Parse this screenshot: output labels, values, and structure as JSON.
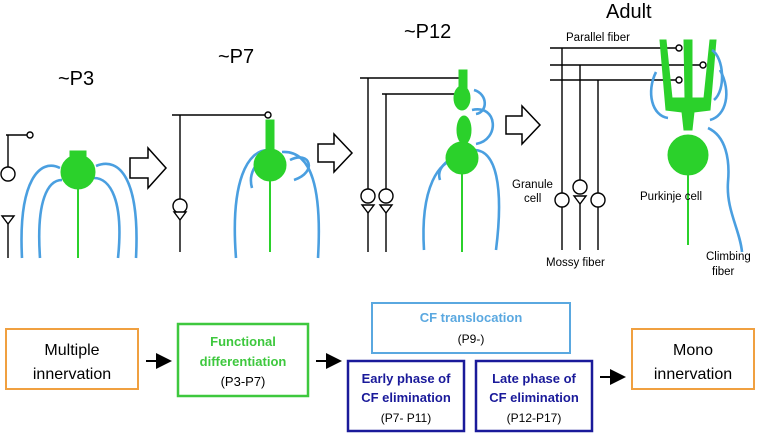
{
  "stages": {
    "p3": "~P3",
    "p7": "~P7",
    "p12": "~P12",
    "adult": "Adult"
  },
  "labels": {
    "parallel_fiber": "Parallel fiber",
    "granule_cell_1": "Granule",
    "granule_cell_2": "cell",
    "purkinje_cell": "Purkinje cell",
    "mossy_fiber": "Mossy fiber",
    "climbing_fiber_1": "Climbing",
    "climbing_fiber_2": "fiber"
  },
  "boxes": {
    "multiple": {
      "line1": "Multiple",
      "line2": "innervation"
    },
    "functional": {
      "line1": "Functional",
      "line2": "differentiation",
      "line3": "(P3-P7)"
    },
    "translocation": {
      "line1": "CF translocation",
      "line2": "(P9-)"
    },
    "early": {
      "line1": "Early phase  of",
      "line2": "CF elimination",
      "line3": "(P7- P11)"
    },
    "late": {
      "line1": "Late phase of",
      "line2": "CF elimination",
      "line3": "(P12-P17)"
    },
    "mono": {
      "line1": "Mono",
      "line2": "innervation"
    }
  },
  "colors": {
    "purkinje_green": "#2bd12b",
    "climbing_blue": "#4a9fe0",
    "orange_box": "#f0a040",
    "green_box": "#3ec83e",
    "light_blue_box": "#5aa8e0",
    "navy_box": "#1a1a9a"
  }
}
